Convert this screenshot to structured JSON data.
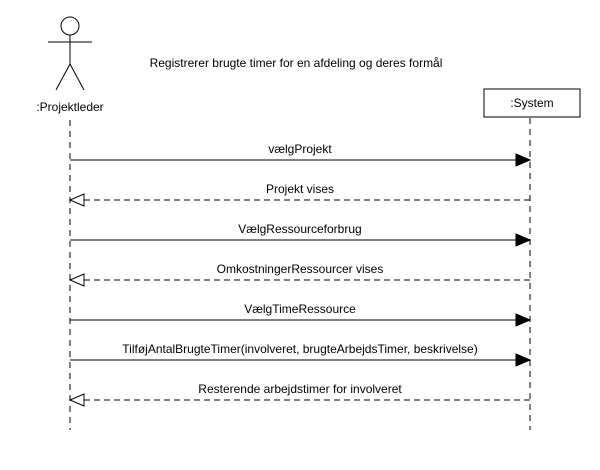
{
  "diagram": {
    "title": "Registrerer brugte timer for en afdeling og deres formål",
    "actor": {
      "label": ":Projektleder",
      "icon": "stick-figure-icon"
    },
    "system": {
      "label": ":System"
    },
    "messages": [
      {
        "label": "vælgProjekt",
        "kind": "call"
      },
      {
        "label": "Projekt vises",
        "kind": "return"
      },
      {
        "label": "VælgRessourceforbrug",
        "kind": "call"
      },
      {
        "label": "OmkostningerRessourcer vises",
        "kind": "return"
      },
      {
        "label": "VælgTimeRessource",
        "kind": "call"
      },
      {
        "label": "TilføjAntalBrugteTimer(involveret, brugteArbejdsTimer, beskrivelse)",
        "kind": "call"
      },
      {
        "label": "Resterende arbejdstimer for involveret",
        "kind": "return"
      }
    ]
  }
}
